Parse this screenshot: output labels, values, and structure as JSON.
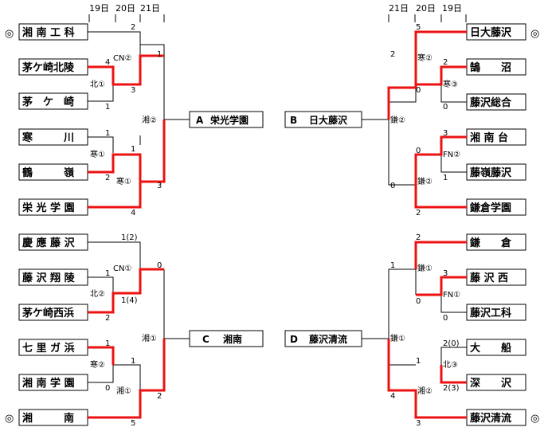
{
  "date_headers": {
    "left": [
      "19日",
      "20日",
      "21日"
    ],
    "right": [
      "21日",
      "20日",
      "19日"
    ]
  },
  "seed_mark": "◎",
  "teams_left": [
    "湘 南 工 科",
    "茅ケ崎北陵",
    "茅　ケ　崎",
    "寒　　　川",
    "鶴　　　嶺",
    "栄 光 学 園",
    "慶 應 藤 沢",
    "藤 沢 翔 陵",
    "茅ケ崎西浜",
    "七 里 ガ 浜",
    "湘 南 学 園",
    "湘　　　南"
  ],
  "teams_right": [
    "日大藤沢",
    "鵠　　沼",
    "藤沢総合",
    "湘 南 台",
    "藤嶺藤沢",
    "鎌倉学園",
    "鎌　　倉",
    "藤 沢 西",
    "藤沢工科",
    "大　　船",
    "深　　沢",
    "藤沢清流"
  ],
  "results": [
    {
      "block": "A",
      "winner": "栄光学園"
    },
    {
      "block": "B",
      "winner": "日大藤沢"
    },
    {
      "block": "C",
      "winner": "湘南"
    },
    {
      "block": "D",
      "winner": "藤沢清流"
    }
  ],
  "match_labels": {
    "A": [
      "CN②",
      "北①",
      "寒①",
      "寒①",
      "湘②"
    ],
    "B": [
      "寒②",
      "寒③",
      "FN②",
      "鎌②",
      "鎌②"
    ],
    "C": [
      "CN①",
      "北②",
      "寒②",
      "湘①",
      "湘①"
    ],
    "D": [
      "鎌①",
      "FN①",
      "北③",
      "湘②",
      "鎌①"
    ]
  },
  "scores": {
    "A": [
      "2",
      "4",
      "1",
      "3",
      "1",
      "1",
      "2",
      "1",
      "3",
      "4"
    ],
    "B": [
      "5",
      "2",
      "2",
      "0",
      "0",
      "3",
      "1",
      "0",
      "0",
      "2"
    ],
    "C": [
      "1(2)",
      "1",
      "2",
      "1(4)",
      "0",
      "1",
      "0",
      "1",
      "2",
      "5"
    ],
    "D": [
      "2",
      "3",
      "0",
      "1",
      "0",
      "2(0)",
      "1",
      "2(3)",
      "4",
      "3"
    ]
  },
  "colors": {
    "winner_line": "#ee1111",
    "line": "#000000",
    "text": "#000000",
    "bg": "#ffffff"
  }
}
